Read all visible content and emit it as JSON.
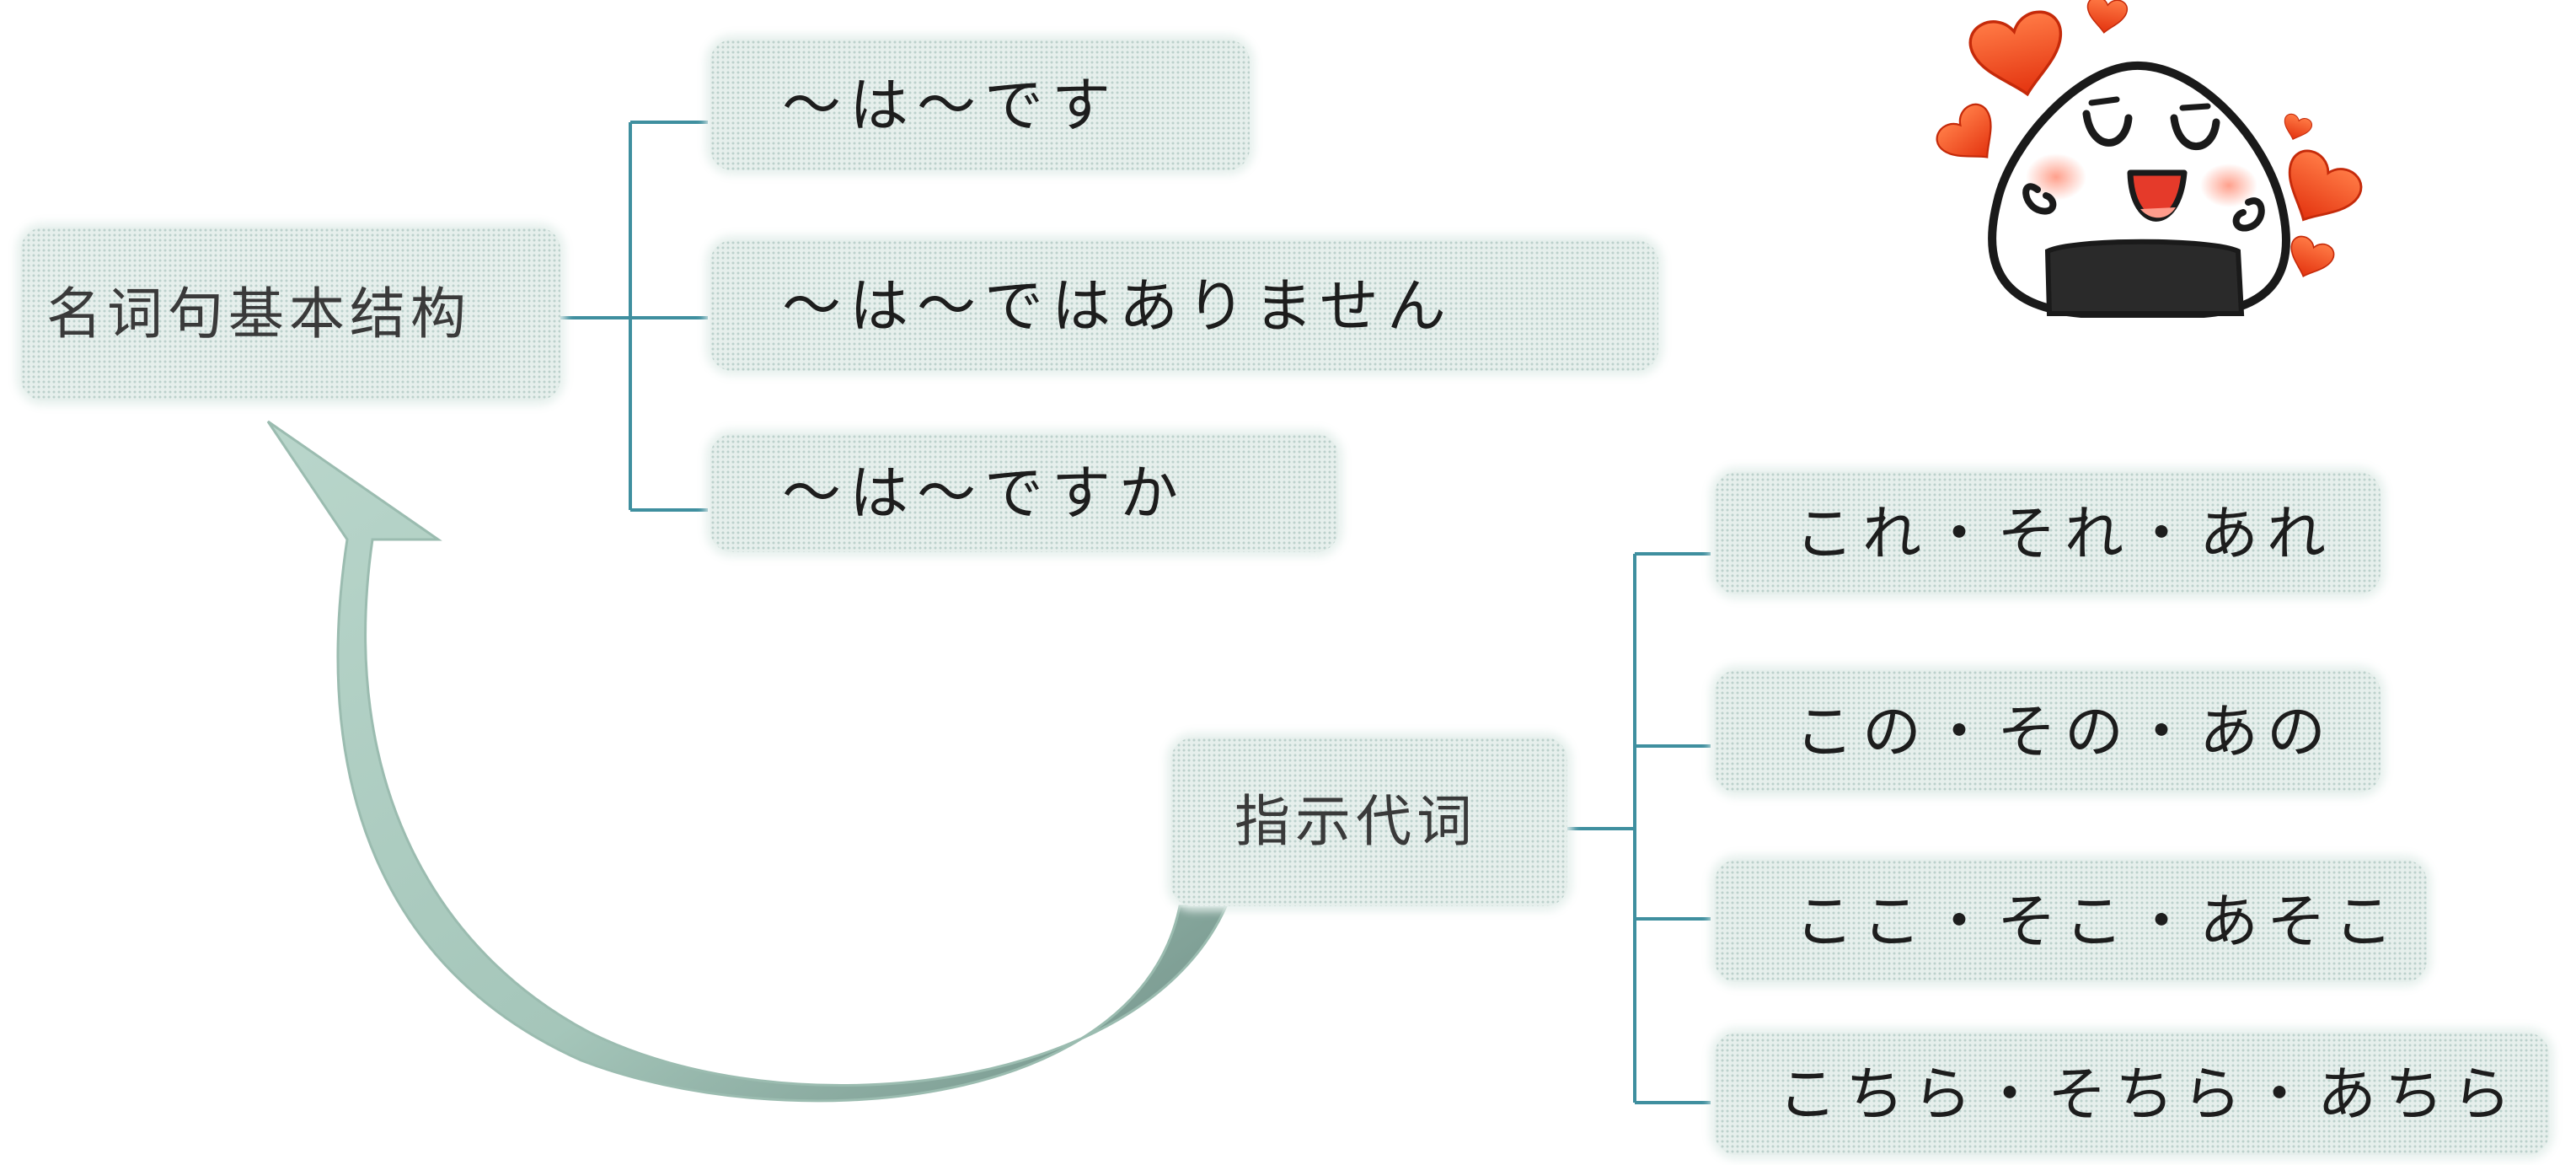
{
  "structure_group": {
    "root_label": "名词句基本结构",
    "branches": [
      "～は～です",
      "～は～ではありません",
      "～は～ですか"
    ]
  },
  "demonstrative_group": {
    "root_label": "指示代词",
    "branches": [
      "これ・それ・あれ",
      "この・その・あの",
      "ここ・そこ・あそこ",
      "こちら・そちら・あちら"
    ]
  },
  "colors": {
    "connector": "#3f8f9f",
    "box_fill": "#e6efec",
    "arrow": "#a9c9bd",
    "heart": "#f0461c"
  },
  "icons": {
    "arrow": "curved-arrow-icon",
    "mascot": "onigiri-mascot-with-hearts"
  }
}
